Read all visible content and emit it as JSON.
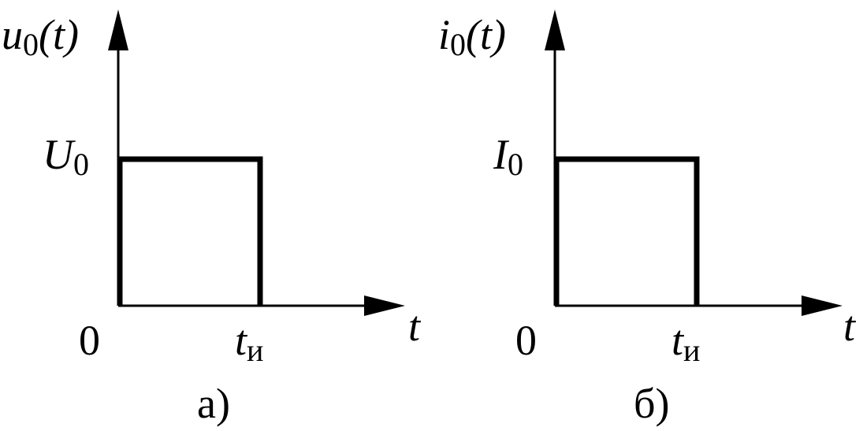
{
  "colors": {
    "background": "#ffffff",
    "ink": "#000000"
  },
  "panel_a": {
    "y_axis_symbol": "u",
    "y_axis_subscript": "0",
    "y_axis_arg": "(t)",
    "level_symbol": "U",
    "level_subscript": "0",
    "origin_label": "0",
    "pulse_end_symbol": "t",
    "pulse_end_subscript": "и",
    "x_axis_label": "t",
    "caption": "а)"
  },
  "panel_b": {
    "y_axis_symbol": "i",
    "y_axis_subscript": "0",
    "y_axis_arg": "(t)",
    "level_symbol": "I",
    "level_subscript": "0",
    "origin_label": "0",
    "pulse_end_symbol": "t",
    "pulse_end_subscript": "и",
    "x_axis_label": "t",
    "caption": "б)"
  }
}
